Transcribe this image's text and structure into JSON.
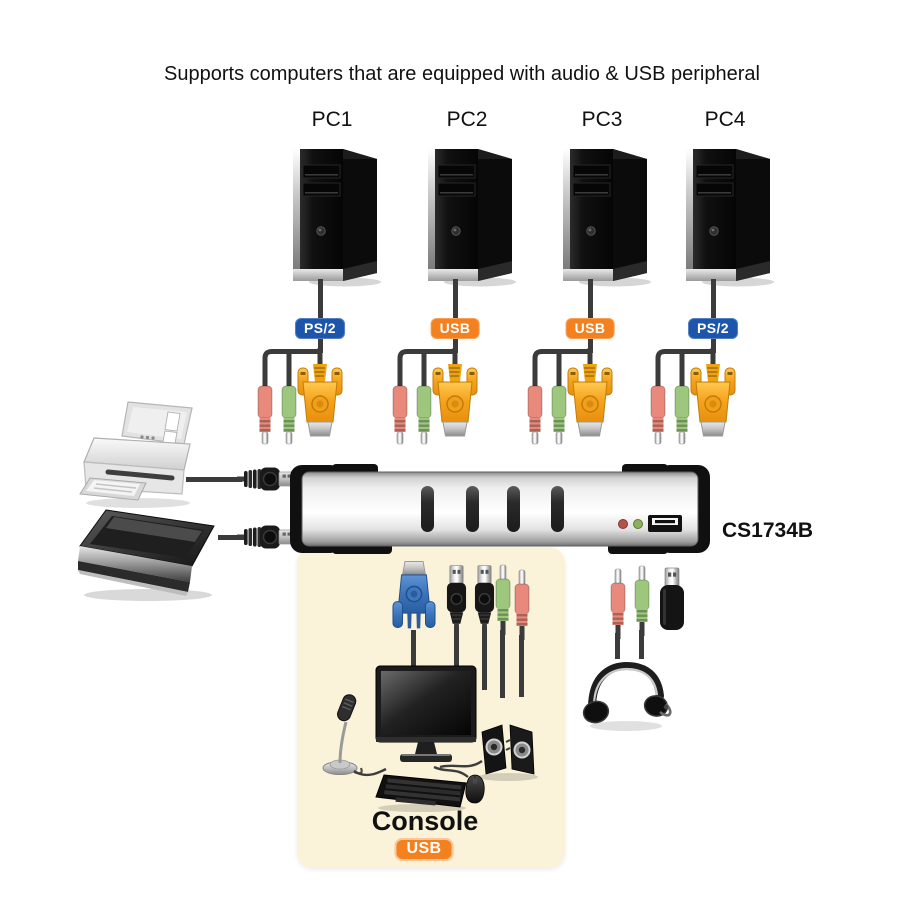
{
  "title": "Supports computers that are equipped with audio & USB peripheral",
  "device": {
    "model": "CS1734B",
    "port_slots": 4
  },
  "pcs": [
    {
      "label": "PC1",
      "interface": "PS/2",
      "badge_color": "#1d55ad"
    },
    {
      "label": "PC2",
      "interface": "USB",
      "badge_color": "#f48120"
    },
    {
      "label": "PC3",
      "interface": "USB",
      "badge_color": "#f48120"
    },
    {
      "label": "PC4",
      "interface": "PS/2",
      "badge_color": "#1d55ad"
    }
  ],
  "console": {
    "label": "Console",
    "badge": "USB",
    "badge_color": "#f48120",
    "devices": [
      "monitor",
      "keyboard",
      "mouse",
      "speakers",
      "microphone"
    ]
  },
  "peripherals": {
    "left": [
      "printer",
      "scanner"
    ],
    "right": [
      "audio-plugs",
      "usb-flash-drive",
      "headset"
    ]
  },
  "colors": {
    "cable": "#3b3b3b",
    "audio_mic": "#e8897b",
    "audio_spk": "#9cc77d",
    "vga_orange": "#f5a41e",
    "vga_blue": "#3b74ba",
    "led_red": "#b5524b",
    "led_green": "#8caf5e",
    "console_bg": "#faf3d9",
    "badge_blue": "#1d55ad",
    "badge_orange": "#f48120"
  }
}
